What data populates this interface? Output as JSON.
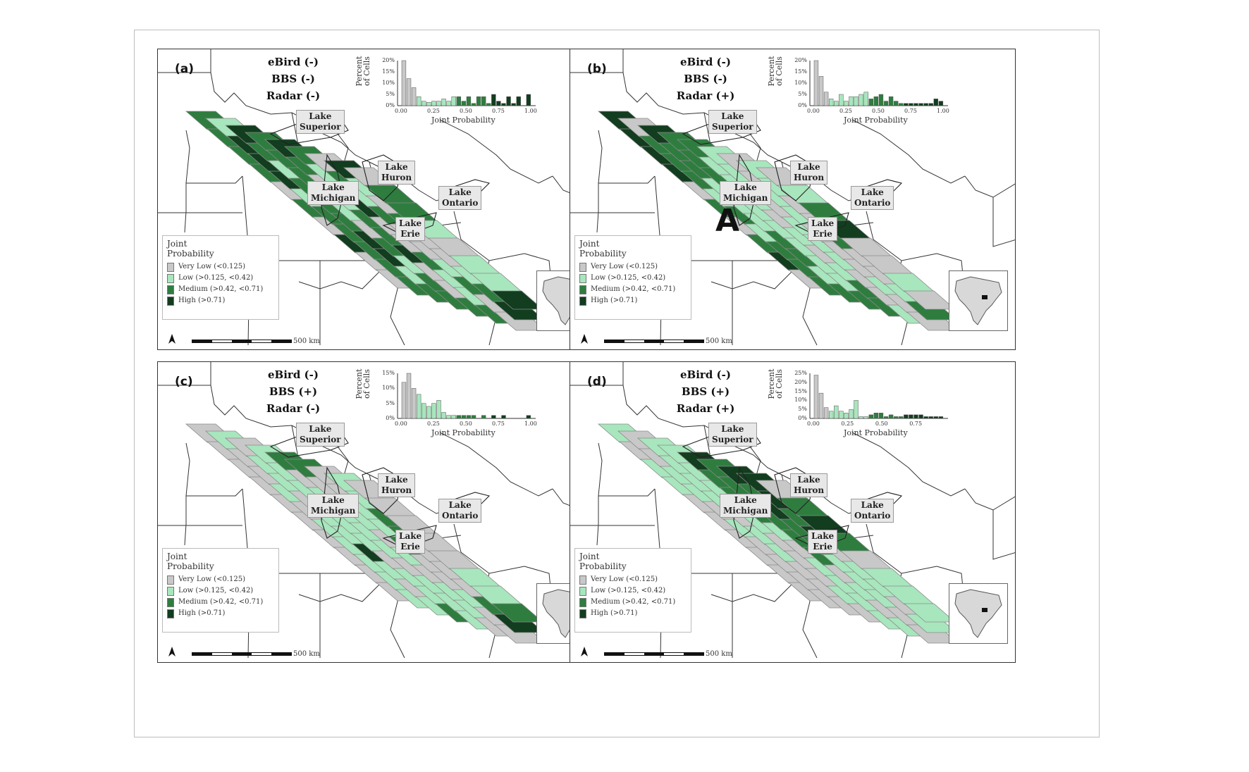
{
  "legend": {
    "title_line1": "Joint",
    "title_line2": "Probability",
    "items": [
      {
        "label": "Very Low (<0.125)",
        "color": "#c8c8c8"
      },
      {
        "label": "Low (>0.125, <0.42)",
        "color": "#a8e6bd"
      },
      {
        "label": "Medium (>0.42, <0.71)",
        "color": "#2e7d3f"
      },
      {
        "label": "High (>0.71)",
        "color": "#123d1f"
      }
    ]
  },
  "scale_label": "500 km",
  "hist": {
    "ylabel_line1": "Percent",
    "ylabel_line2": "of Cells",
    "xlabel": "Joint Probability"
  },
  "lakes": {
    "superior": [
      "Lake",
      "Superior"
    ],
    "huron": [
      "Lake",
      "Huron"
    ],
    "michigan": [
      "Lake",
      "Michigan"
    ],
    "ontario": [
      "Lake",
      "Ontario"
    ],
    "erie": [
      "Lake",
      "Erie"
    ]
  },
  "watermark": "A",
  "panels": [
    {
      "id": "a",
      "label": "(a)",
      "ebird": "eBird (-)",
      "bbs": "BBS (-)",
      "radar": "Radar (-)",
      "hist_yticks": [
        "20%",
        "15%",
        "10%",
        "5%",
        "0%"
      ],
      "hist_xticks": [
        "0.00",
        "0.25",
        "0.50",
        "0.75",
        "1.00"
      ],
      "hist_bars": [
        20,
        12,
        8,
        4,
        2,
        1.5,
        2,
        2,
        3,
        2,
        4,
        4,
        2,
        4,
        1,
        4,
        4,
        1,
        5,
        2,
        1,
        4,
        1,
        4,
        0,
        5
      ],
      "cells": [
        2,
        2,
        2,
        2,
        0,
        2,
        0,
        3,
        0,
        0,
        1,
        3,
        3,
        3,
        1,
        2,
        2,
        2,
        2,
        2,
        3,
        2,
        1,
        2,
        2,
        2,
        3,
        3,
        1,
        2,
        2,
        2,
        2,
        3,
        1,
        0,
        2,
        1,
        2,
        2,
        3,
        2,
        0,
        1,
        2,
        2,
        3,
        0,
        0,
        2,
        2,
        1,
        0,
        3,
        0,
        0,
        2,
        1,
        1,
        2,
        0,
        2,
        1,
        2,
        0,
        0,
        1,
        2,
        0,
        0,
        3,
        1,
        0,
        2,
        0,
        0,
        1,
        2,
        3,
        0,
        0,
        2,
        2,
        1,
        0,
        1,
        1,
        3,
        2,
        0
      ]
    },
    {
      "id": "b",
      "label": "(b)",
      "ebird": "eBird (-)",
      "bbs": "BBS (-)",
      "radar": "Radar (+)",
      "hist_yticks": [
        "20%",
        "15%",
        "10%",
        "5%",
        "0%"
      ],
      "hist_xticks": [
        "0.00",
        "0.25",
        "0.50",
        "0.75",
        "1.00"
      ],
      "hist_bars": [
        20,
        13,
        6,
        3,
        2,
        5,
        2,
        4,
        4,
        5,
        6,
        3,
        4,
        5,
        2,
        4,
        2,
        1,
        1,
        1,
        1,
        1,
        1,
        1,
        3,
        2
      ],
      "cells": [
        3,
        3,
        3,
        3,
        0,
        2,
        0,
        2,
        3,
        0,
        0,
        2,
        2,
        2,
        1,
        2,
        1,
        2,
        2,
        2,
        3,
        2,
        2,
        1,
        1,
        1,
        2,
        2,
        1,
        2,
        2,
        2,
        2,
        3,
        1,
        1,
        1,
        1,
        1,
        2,
        2,
        1,
        1,
        1,
        0,
        1,
        0,
        1,
        2,
        2,
        1,
        1,
        1,
        0,
        1,
        1,
        1,
        0,
        0,
        1,
        0,
        0,
        1,
        1,
        0,
        0,
        0,
        1,
        0,
        0,
        1,
        1,
        0,
        0,
        2,
        0,
        0,
        1,
        2,
        0,
        0,
        1,
        2,
        3,
        0,
        0,
        1,
        0,
        0,
        0
      ]
    },
    {
      "id": "c",
      "label": "(c)",
      "ebird": "eBird (-)",
      "bbs": "BBS (+)",
      "radar": "Radar (-)",
      "hist_yticks": [
        "15%",
        "10%",
        "5%",
        "0%"
      ],
      "hist_xticks": [
        "0.00",
        "0.25",
        "0.50",
        "0.75",
        "1.00"
      ],
      "hist_bars": [
        12,
        15,
        10,
        8,
        5,
        4,
        5,
        6,
        2,
        1,
        1,
        1,
        1,
        1,
        1,
        0,
        1,
        0,
        1,
        0,
        1,
        0,
        0,
        0,
        0,
        1
      ],
      "cells": [
        0,
        0,
        0,
        0,
        0,
        0,
        0,
        0,
        0,
        0,
        1,
        0,
        0,
        1,
        0,
        1,
        1,
        1,
        1,
        1,
        0,
        1,
        1,
        0,
        1,
        1,
        3,
        1,
        0,
        1,
        1,
        1,
        1,
        2,
        1,
        1,
        0,
        1,
        1,
        2,
        2,
        0,
        1,
        1,
        1,
        1,
        0,
        1,
        1,
        1,
        2,
        0,
        0,
        1,
        0,
        1,
        0,
        1,
        1,
        0,
        0,
        0,
        1,
        1,
        2,
        0,
        0,
        1,
        0,
        0,
        1,
        1,
        2,
        2,
        0,
        0,
        0,
        2,
        3,
        0,
        0,
        0,
        0,
        0,
        0,
        1,
        1,
        2,
        0,
        0
      ]
    },
    {
      "id": "d",
      "label": "(d)",
      "ebird": "eBird (-)",
      "bbs": "BBS (+)",
      "radar": "Radar (+)",
      "hist_yticks": [
        "25%",
        "20%",
        "15%",
        "10%",
        "5%",
        "0%"
      ],
      "hist_xticks": [
        "0.00",
        "0.25",
        "0.50",
        "0.75"
      ],
      "hist_bars": [
        24,
        14,
        6,
        4,
        7,
        4,
        3,
        5,
        10,
        1,
        1,
        2,
        3,
        3,
        1,
        2,
        1,
        1,
        2,
        2,
        2,
        2,
        1,
        1,
        1,
        1
      ],
      "cells": [
        1,
        0,
        1,
        1,
        0,
        0,
        0,
        0,
        0,
        0,
        0,
        0,
        1,
        1,
        0,
        1,
        0,
        0,
        0,
        0,
        1,
        1,
        1,
        1,
        0,
        1,
        1,
        0,
        0,
        0,
        1,
        1,
        1,
        0,
        1,
        0,
        0,
        0,
        1,
        0,
        3,
        2,
        2,
        2,
        1,
        0,
        1,
        1,
        1,
        1,
        2,
        2,
        3,
        2,
        2,
        2,
        0,
        1,
        0,
        1,
        3,
        2,
        3,
        2,
        2,
        1,
        1,
        1,
        0,
        0,
        3,
        3,
        2,
        3,
        0,
        1,
        1,
        0,
        1,
        1,
        0,
        2,
        3,
        2,
        0,
        1,
        1,
        1,
        0,
        1
      ]
    }
  ]
}
